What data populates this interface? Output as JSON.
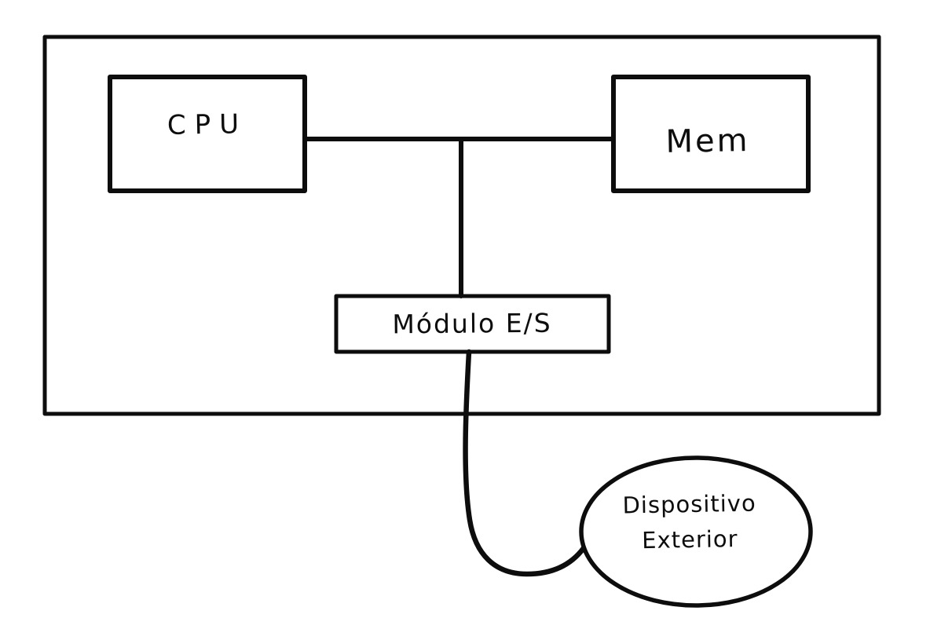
{
  "diagram": {
    "background": "#ffffff",
    "stroke_color": "#0d0d0d",
    "nodes": {
      "cpu": {
        "label": "CPU"
      },
      "mem": {
        "label": "Mem"
      },
      "io_module": {
        "label": "Módulo E/S"
      },
      "external_device": {
        "line1": "Dispositivo",
        "line2": "Exterior"
      }
    },
    "edges": [
      {
        "from": "cpu",
        "to": "mem",
        "kind": "bus-line"
      },
      {
        "from": "bus",
        "to": "io_module",
        "kind": "vertical-line"
      },
      {
        "from": "io_module",
        "to": "external_device",
        "kind": "curved-line"
      }
    ]
  }
}
